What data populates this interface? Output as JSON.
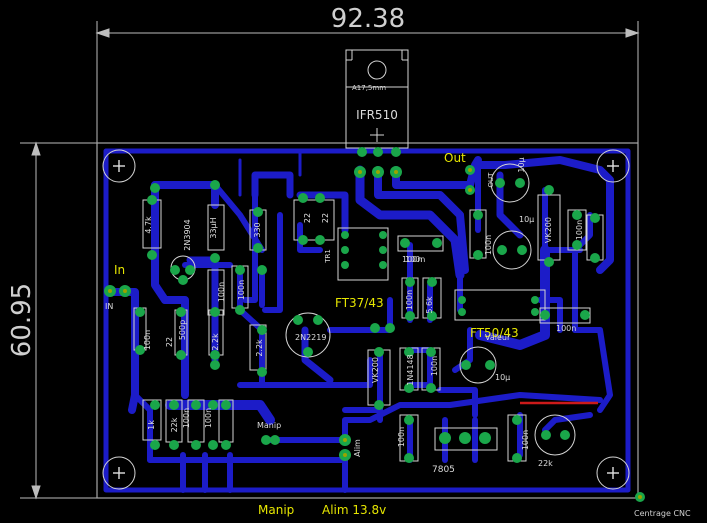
{
  "dimensions": {
    "width_mm": "92.38",
    "height_mm": "60.95"
  },
  "colors": {
    "trace": "#1c1cc8",
    "pad": "#1aa64a",
    "silk": "#d8d8d8",
    "label": "#e0e000",
    "jumper": "#cc1a1a",
    "board_edge": "#b0b0b0"
  },
  "mosfet": {
    "part": "IFR510",
    "mount": "A17,5mm"
  },
  "labels": {
    "in": "In",
    "in_pad": "IN",
    "out": "Out",
    "manip_pad": "Manip",
    "manip": "Manip",
    "alim_pad": "Alim",
    "alim": "Alim 13.8v",
    "centrage": "Centrage CNC",
    "ft37": "FT37/43",
    "ft50": "FT50/43",
    "reg": "7805",
    "tr1": "TR1",
    "val": "Valeur",
    "out_cap": "OUT"
  },
  "components": {
    "c_4k7": "4.7k",
    "c_2n3904": "2N3904",
    "c_33uh": "33µH",
    "c_330": "330",
    "c_22a": "22",
    "c_22b": "22",
    "c_100n_1": "100n",
    "c_100n_2": "100n",
    "c_100n_3": "100n",
    "c_22r": "22",
    "c_500p": "500p",
    "c_2k2a": "2.2k",
    "c_2k2b": "2.2k",
    "c_1k": "1k",
    "c_22k_small": "22k",
    "c_100n_4": "100n",
    "c_100n_5": "100n",
    "c_100n_6": "100n",
    "c_2n2219": "2N2219",
    "c_56k": "5.6k",
    "c_100n_7": "100n",
    "c_100n_8": "100n",
    "c_1n4148": "1N4148",
    "c_vk200a": "VK200",
    "c_10u_1": "10µ",
    "c_10u_2": "10µ",
    "c_10u_3": "10µ",
    "c_100n_9": "100n",
    "c_100n_10": "100n",
    "c_100n_11": "100n",
    "c_vk200b": "VK200",
    "c_100n_12": "100n",
    "c_100n_13": "100n",
    "c_22k": "22k",
    "c_100n_out": "100n"
  }
}
